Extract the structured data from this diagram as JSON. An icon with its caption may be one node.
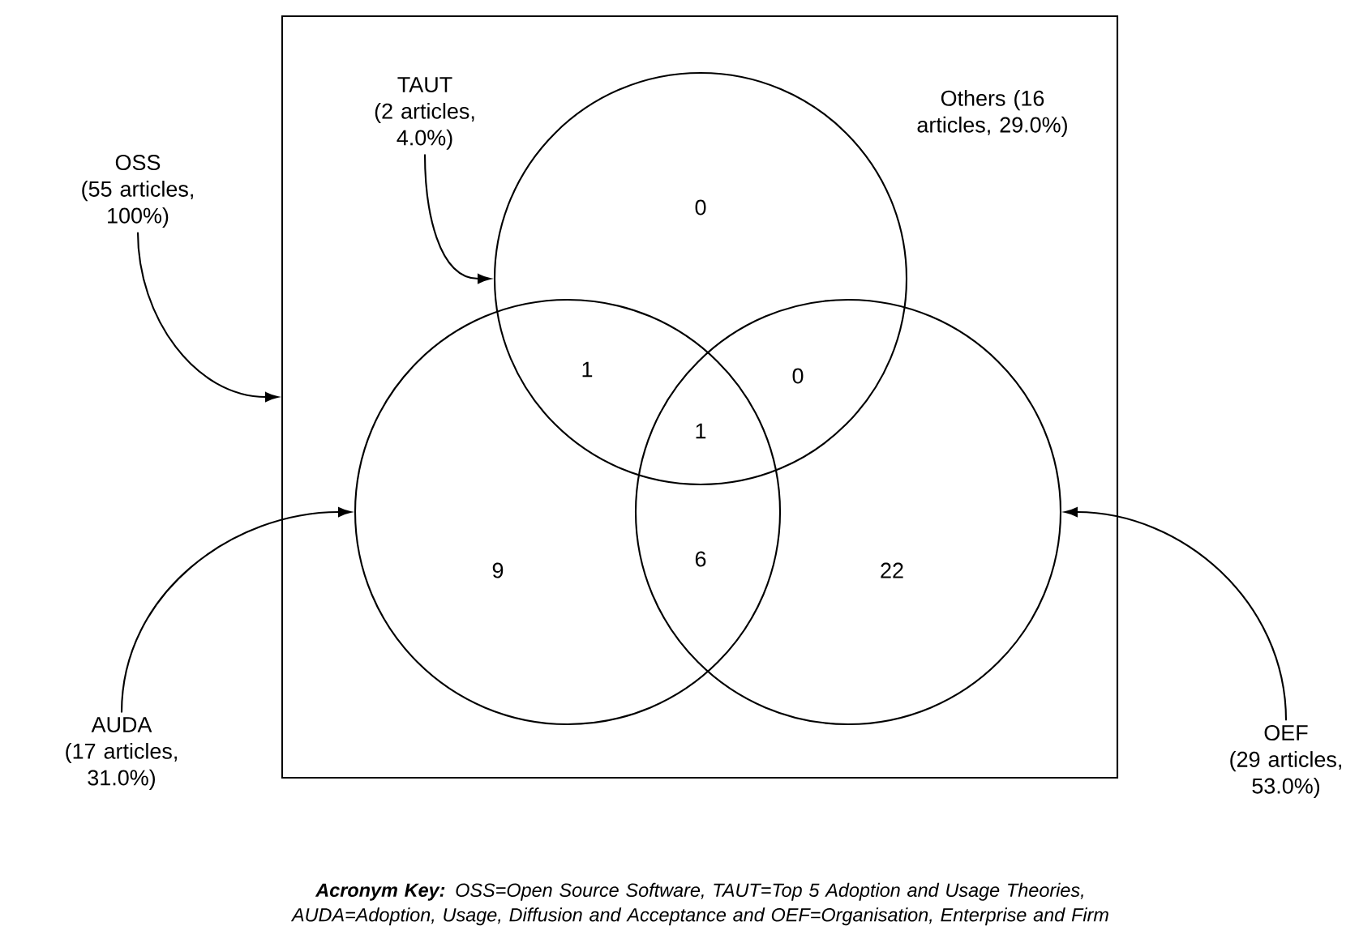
{
  "diagram": {
    "caption": "**Acronym Key:** OSS=Open Source Software, TAUT=Top 5 Adoption and Usage Theories, AUDA=Adoption, Usage, Diffusion and Acceptance and OEF=Organisation, Enterprise and Firm",
    "nodes": [
      {
        "text": [
          "OSS",
          "(55 articles, 100%)"
        ]
      },
      {
        "text": [],
        "shape": "box"
      },
      {
        "text": [
          "TAUT",
          "(2 articles, 4.0%)"
        ],
        "in": 1
      },
      {
        "text": [],
        "shape": "circle",
        "in": 1
      },
      {
        "text": [],
        "shape": "circle",
        "in": 1
      },
      {
        "text": [],
        "shape": "circle",
        "in": 1
      },
      {
        "text": [
          "AUDA",
          "(17 articles, 31.0%)"
        ]
      },
      {
        "text": [
          "OEF",
          "(29 articles, 53.0%)"
        ]
      }
    ],
    "edges": [
      {
        "from": 0,
        "to": 1,
        "arrow": "to"
      },
      {
        "from": 2,
        "to": 3,
        "arrow": "to"
      },
      {
        "from": 6,
        "to": 4,
        "arrow": "to"
      },
      {
        "from": 7,
        "to": 5,
        "arrow": "to"
      }
    ],
    "labels": [
      "Others (16 articles, 29.0%)",
      "0",
      "1",
      "0",
      "1",
      "9",
      "6",
      "22"
    ]
  }
}
